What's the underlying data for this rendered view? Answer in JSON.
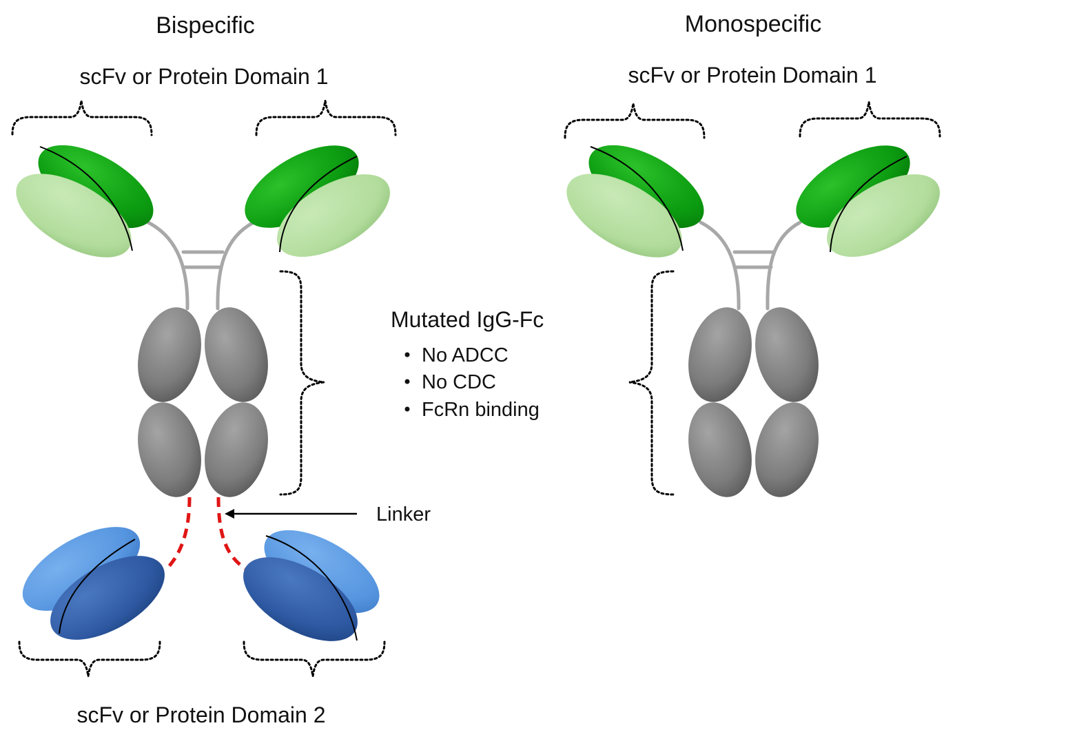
{
  "bispecific": {
    "title": "Bispecific",
    "top_domain_label": "scFv or Protein Domain 1",
    "bottom_domain_label": "scFv or Protein Domain 2"
  },
  "monospecific": {
    "title": "Monospecific",
    "top_domain_label": "scFv or Protein Domain 1"
  },
  "fc_annotation": {
    "heading": "Mutated IgG-Fc",
    "bullets": [
      "No ADCC",
      "No CDC",
      "FcRn binding"
    ]
  },
  "linker_label": "Linker",
  "colors": {
    "green_dark": "#0f9a10",
    "green_light": "#b6dea0",
    "blue_light": "#5d9be3",
    "blue_dark": "#2f5aa3",
    "fc_gray": "#848484",
    "hinge_gray": "#a8a8a8",
    "linker_red": "#e01515"
  }
}
